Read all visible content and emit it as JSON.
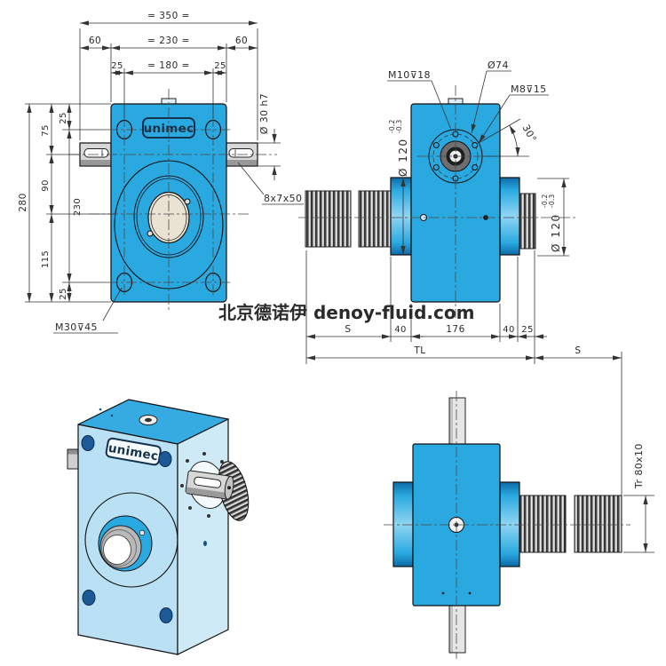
{
  "watermark": {
    "text": "北京德诺伊 denoy-fluid.com",
    "color": "#b01a1f"
  },
  "logo": "unimec",
  "front_view": {
    "dim_overall": "= 350 =",
    "dim_flange": "= 230 =",
    "dim_bolts": "= 180 =",
    "dim_60_left": "60",
    "dim_60_right": "60",
    "dim_25_left": "25",
    "dim_25_right": "25",
    "dim_height": "280",
    "dim_75": "75",
    "dim_90": "90",
    "dim_115": "115",
    "dim_25_top": "25",
    "dim_230_vert": "230",
    "dim_25_bottom": "25",
    "shaft_dia": "Ø 30 h7",
    "key": "8x7x50",
    "tap": "M30⊽45"
  },
  "side_view": {
    "m10": "M10⊽18",
    "d74": "Ø74",
    "m8": "M8⊽15",
    "angle": "30°",
    "d120": "Ø 120",
    "tol_upper": "-0.2",
    "tol_lower": "-0.3",
    "s": "S",
    "n40": "40",
    "n176": "176",
    "n25": "25",
    "tl": "TL"
  },
  "screw_view": {
    "thread": "Tr 80x10"
  },
  "colors": {
    "body_blue": "#2aa9e1",
    "iso_front": "#b9e0f3",
    "iso_side": "#cdeaf6",
    "iso_top": "#35abe2",
    "hole_navy": "#1b5a97",
    "bore_beige": "#eae2d3",
    "line": "#333333"
  }
}
